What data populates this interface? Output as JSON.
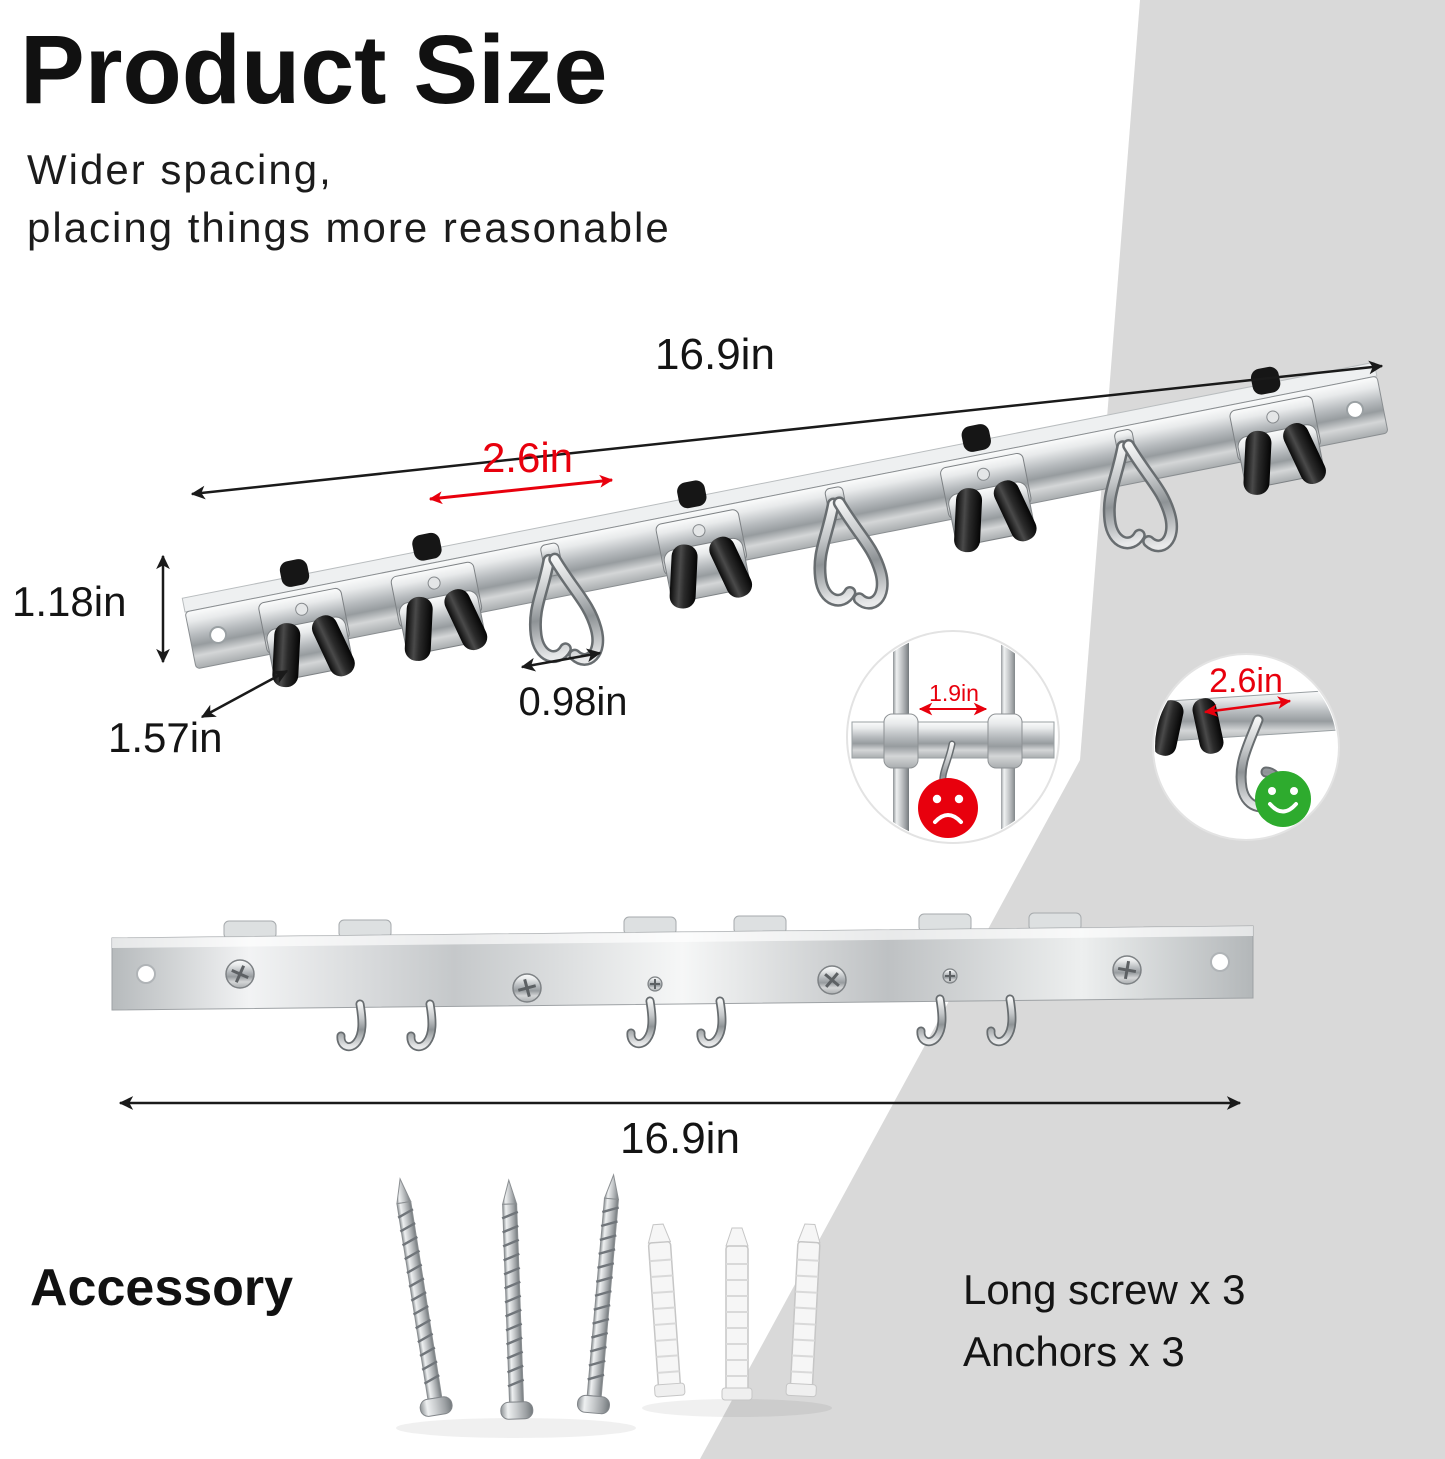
{
  "header": {
    "title": "Product Size",
    "subtitle1": "Wider spacing,",
    "subtitle2": "placing things more reasonable"
  },
  "dimensions": {
    "total_width": "16.9in",
    "hook_spacing": "2.6in",
    "rail_height": "1.18in",
    "rail_depth": "1.57in",
    "hook_width": "0.98in",
    "back_total_width": "16.9in"
  },
  "insets": {
    "bad_spacing": "1.9in",
    "good_spacing": "2.6in"
  },
  "accessory": {
    "title": "Accessory",
    "items": [
      {
        "label": "Long screw x 3"
      },
      {
        "label": "Anchors x 3"
      }
    ]
  },
  "icons": {
    "bad": "sad-face-icon",
    "good": "smiley-face-icon"
  },
  "colors": {
    "accent_red": "#e8000d",
    "accent_green": "#2eab2e",
    "background_gray": "#d9d9d9",
    "text": "#141414"
  }
}
